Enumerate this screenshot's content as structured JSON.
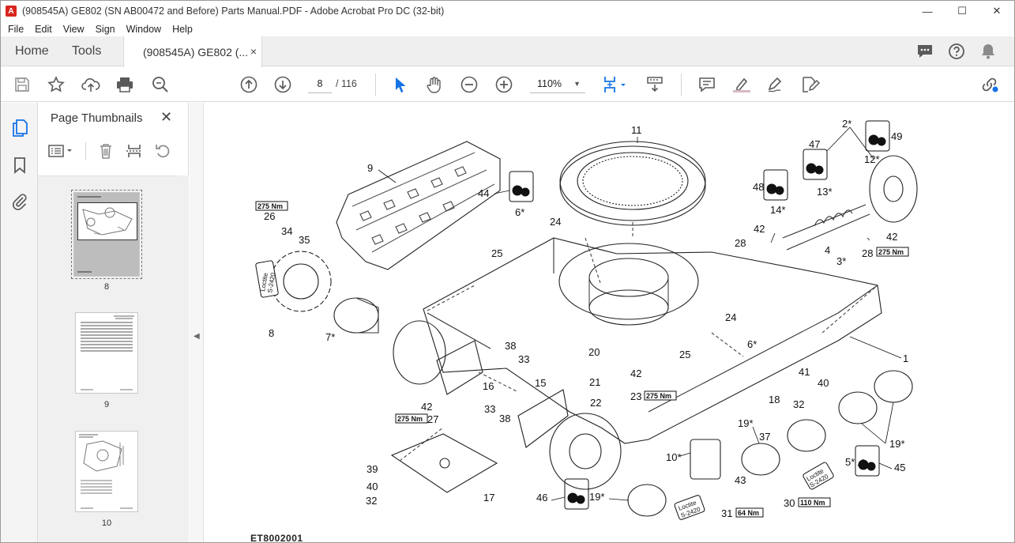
{
  "window": {
    "title": "(908545A) GE802 (SN AB00472 and Before) Parts Manual.PDF - Adobe Acrobat Pro DC (32-bit)",
    "app_icon_glyph": "A",
    "minimize": "—",
    "maximize": "☐",
    "close": "✕"
  },
  "menu": [
    "File",
    "Edit",
    "View",
    "Sign",
    "Window",
    "Help"
  ],
  "tabs": {
    "home": "Home",
    "tools": "Tools",
    "document": "(908545A) GE802 (...",
    "close": "×"
  },
  "toolbar": {
    "current_page": "8",
    "page_total": "/  116",
    "zoom": "110%",
    "zoom_caret": "▼"
  },
  "panel": {
    "title": "Page Thumbnails",
    "close": "✕",
    "thumbnails": [
      {
        "label": "8",
        "selected": true
      },
      {
        "label": "9",
        "selected": false
      },
      {
        "label": "10",
        "selected": false
      }
    ]
  },
  "toggle_glyph": "◀",
  "document": {
    "figure_code": "ET8002001",
    "callouts": [
      "1",
      "2*",
      "3*",
      "4",
      "5*",
      "6*",
      "6*",
      "7*",
      "8",
      "9",
      "10*",
      "11",
      "12*",
      "13*",
      "14*",
      "15",
      "16",
      "17",
      "18",
      "19*",
      "19*",
      "19*",
      "20",
      "21",
      "22",
      "23",
      "24",
      "24",
      "25",
      "25",
      "26",
      "27",
      "28",
      "28",
      "30",
      "31",
      "32",
      "32",
      "33",
      "33",
      "34",
      "35",
      "37",
      "38",
      "38",
      "39",
      "40",
      "40",
      "41",
      "42",
      "42",
      "42",
      "42",
      "43",
      "44",
      "45",
      "46",
      "47",
      "48",
      "49"
    ],
    "torques": [
      "275 Nm",
      "275 Nm",
      "275 Nm",
      "275 Nm",
      "110 Nm",
      "64 Nm"
    ],
    "loctite": [
      "Loctite",
      "S-2420"
    ]
  },
  "colors": {
    "accent": "#1473e6",
    "adobe_red": "#d7261e",
    "tab_bg": "#efefef"
  }
}
